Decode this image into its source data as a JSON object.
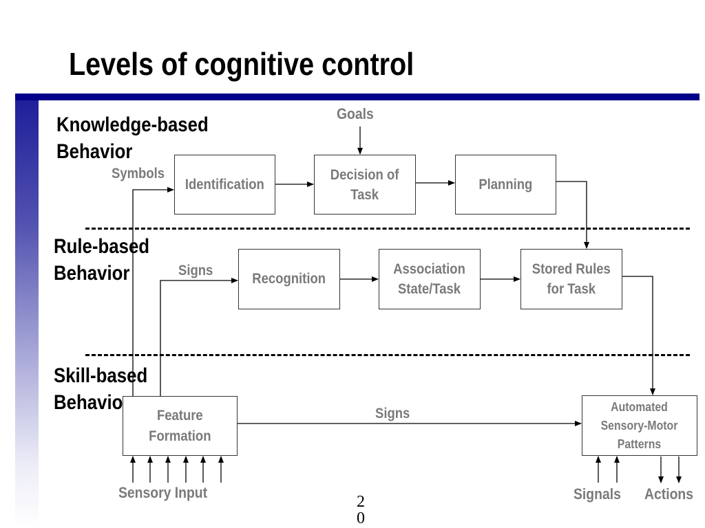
{
  "slide": {
    "title": "Levels of cognitive control",
    "page_number": "20"
  },
  "levels": {
    "knowledge": [
      "Knowledge-based",
      "Behavior"
    ],
    "rule": [
      "Rule-based",
      "Behavior"
    ],
    "skill": [
      "Skill-based",
      "Behavior"
    ]
  },
  "boxes": {
    "identification": "Identification",
    "decision": "Decision of\nTask",
    "planning": "Planning",
    "recognition": "Recognition",
    "association": "Association\nState/Task",
    "stored_rules": "Stored Rules\nfor Task",
    "feature_formation": "Feature\nFormation",
    "automated": "Automated\nSensory-Motor\nPatterns"
  },
  "labels": {
    "goals": "Goals",
    "symbols": "Symbols",
    "signs_rule": "Signs",
    "signs_skill": "Signs",
    "sensory_input": "Sensory Input",
    "signals": "Signals",
    "actions": "Actions"
  },
  "colors": {
    "title_bar": "#00008b",
    "box_text": "#7a7a7a"
  }
}
